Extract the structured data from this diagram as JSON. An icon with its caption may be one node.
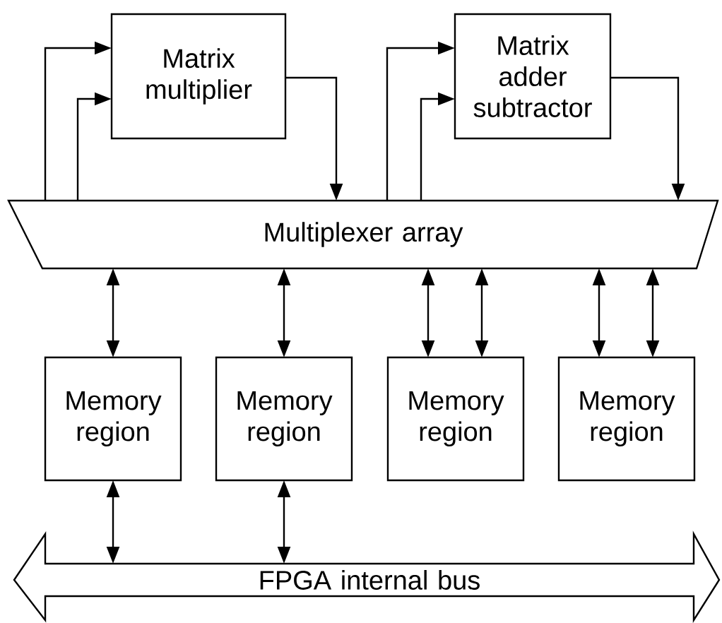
{
  "diagram": {
    "nodes": [
      {
        "text": [
          "Matrix multiplier"
        ]
      },
      {
        "text": [
          "Matrix adder subtractor"
        ]
      },
      {
        "text": [
          "Multiplexer array"
        ]
      },
      {
        "text": [
          "Memory region"
        ]
      },
      {
        "text": [
          "Memory region"
        ]
      },
      {
        "text": [
          "Memory region"
        ]
      },
      {
        "text": [
          "Memory region"
        ]
      },
      {
        "text": [
          "FPGA internal bus"
        ]
      }
    ],
    "edges": [
      {
        "from": 2,
        "to": 0,
        "arrow": "to"
      },
      {
        "from": 2,
        "to": 0,
        "arrow": "to"
      },
      {
        "from": 0,
        "to": 2,
        "arrow": "to"
      },
      {
        "from": 2,
        "to": 1,
        "arrow": "to"
      },
      {
        "from": 2,
        "to": 1,
        "arrow": "to"
      },
      {
        "from": 1,
        "to": 2,
        "arrow": "to"
      },
      {
        "from": 2,
        "to": 3,
        "arrow": "both"
      },
      {
        "from": 2,
        "to": 4,
        "arrow": "both"
      },
      {
        "from": 2,
        "to": 5,
        "arrow": "both"
      },
      {
        "from": 2,
        "to": 5,
        "arrow": "both"
      },
      {
        "from": 2,
        "to": 6,
        "arrow": "both"
      },
      {
        "from": 2,
        "to": 6,
        "arrow": "both"
      },
      {
        "from": 3,
        "to": 7,
        "arrow": "both"
      },
      {
        "from": 4,
        "to": 7,
        "arrow": "both"
      }
    ]
  }
}
